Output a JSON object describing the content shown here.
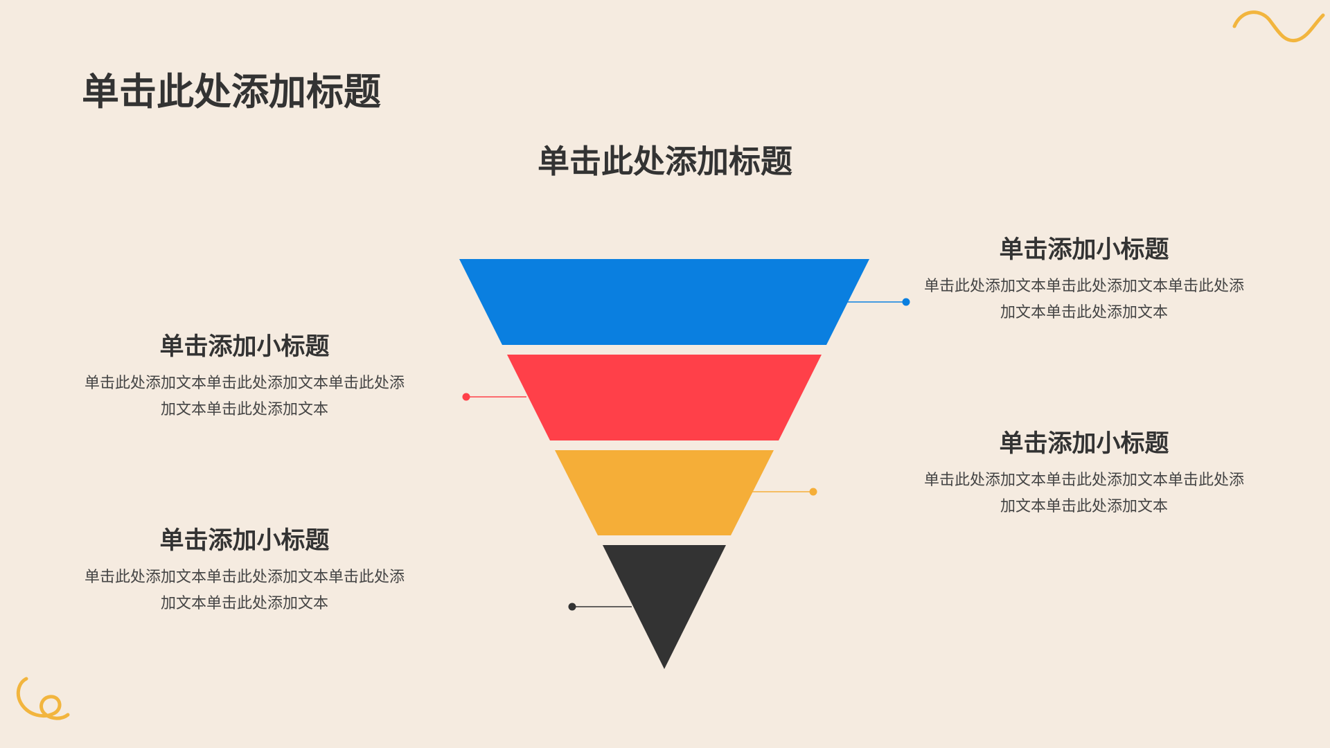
{
  "slide_title": "单击此处添加标题",
  "diagram": {
    "title": "单击此处添加标题",
    "levels": [
      {
        "subtitle": "单击添加小标题",
        "text": "单击此处添加文本单击此处添加文本单击此处添加文本单击此处添加文本",
        "color": "#0a7fe0",
        "side": "right"
      },
      {
        "subtitle": "单击添加小标题",
        "text": "单击此处添加文本单击此处添加文本单击此处添加文本单击此处添加文本",
        "color": "#ff4049",
        "side": "left"
      },
      {
        "subtitle": "单击添加小标题",
        "text": "单击此处添加文本单击此处添加文本单击此处添加文本单击此处添加文本",
        "color": "#f5ae38",
        "side": "right"
      },
      {
        "subtitle": "单击添加小标题",
        "text": "单击此处添加文本单击此处添加文本单击此处添加文本单击此处添加文本",
        "color": "#333333",
        "side": "left"
      }
    ]
  },
  "colors": {
    "background": "#f5ebe0",
    "text": "#333333",
    "accent_swirl": "#f2b53e"
  },
  "decorations": [
    "squiggle-top-right",
    "swirl-bottom-left"
  ]
}
